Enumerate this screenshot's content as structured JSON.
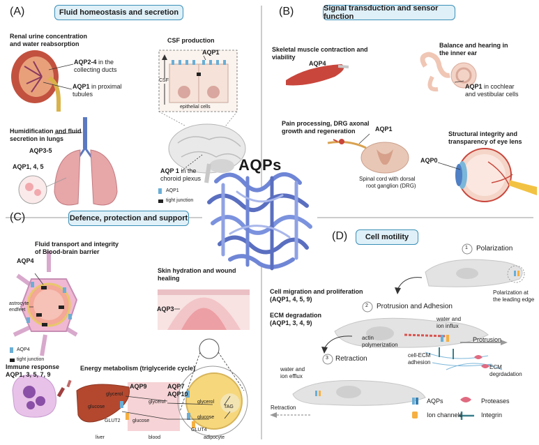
{
  "panels": {
    "a": {
      "letter": "(A)",
      "title": "Fluid homeostasis and secretion"
    },
    "b": {
      "letter": "(B)",
      "title": "Signal transduction and sensor function"
    },
    "c": {
      "letter": "(C)",
      "title": "Defence, protection and support"
    },
    "d": {
      "letter": "(D)",
      "title": "Cell motility"
    }
  },
  "center": {
    "title": "AQPs"
  },
  "a": {
    "kidney_title_1": "Renal urine concentration",
    "kidney_title_2": "and water reabsorption",
    "aqp24_b": "AQP2-4",
    "aqp24_rest": " in the",
    "aqp24_line2": "collecting ducts",
    "aqp1_b": "AQP1",
    "aqp1_rest": " in proximal",
    "aqp1_line2": "tubules",
    "csf_title": "CSF production",
    "csf_aqp1": "AQP1",
    "csf_label": "CSF",
    "epithelial": "epithelial cells",
    "lung_title_1": "Humidification and fluid",
    "lung_title_2": "secretion in lungs",
    "aqp35": "AQP3-5",
    "aqp145": "AQP1, 4, 5",
    "choroid_b": "AQP 1",
    "choroid_rest": " in the",
    "choroid_line2": "choroid plexus",
    "legend_aqp1": "AQP1",
    "legend_tj": "tight junction"
  },
  "b": {
    "muscle_title_1": "Skeletal muscle contraction and",
    "muscle_title_2": "viability",
    "aqp4": "AQP4",
    "ear_title_1": "Balance and hearing in",
    "ear_title_2": "the inner ear",
    "ear_aqp1_b": "AQP1",
    "ear_aqp1_rest": " in cochlear",
    "ear_line2": "and vestibular cells",
    "pain_title_1": "Pain processing, DRG axonal",
    "pain_title_2": "growth and regeneration",
    "pain_aqp1": "AQP1",
    "spinal_1": "Spinal cord with dorsal",
    "spinal_2": "root ganglion (DRG)",
    "eye_title_1": "Structural integrity and",
    "eye_title_2": "transparency of eye lens",
    "aqp0": "AQP0"
  },
  "c": {
    "bbb_title_1": "Fluid transport and integrity",
    "bbb_title_2": "of Blood-brain barrier",
    "aqp4": "AQP4",
    "astro_1": "astrocyte",
    "astro_2": "endfeet",
    "legend_aqp4": "AQP4",
    "legend_tj": "tight junction",
    "skin_title_1": "Skin hydration and wound",
    "skin_title_2": "healing",
    "aqp3": "AQP3",
    "immune_title_1": "Immune response",
    "immune_title_2": "AQP1, 3, 5, 7, 9",
    "energy_title": "Energy metabolism (triglyceride cycle)",
    "aqp9": "AQP9",
    "aqp7": "AQP7",
    "aqp10": "AQP10",
    "glycerol": "glycerol",
    "glucose": "glucose",
    "tag": "TAG",
    "glut2": "GLUT2",
    "glut4": "GLUT4",
    "liver": "liver",
    "blood": "blood",
    "adipocyte": "adipocyte"
  },
  "d": {
    "step1": "1",
    "polarization": "Polarization",
    "pol_leading_1": "Polarization at",
    "pol_leading_2": "the leading edge",
    "migration_1": "Cell migration and proliferation",
    "migration_2": "(AQP1, 4, 5, 9)",
    "step2": "2",
    "protrusion_adhesion": "Protrusion and Adhesion",
    "ecm_1": "ECM degradation",
    "ecm_2": "(AQP1, 3, 4, 9)",
    "influx_1": "water and",
    "influx_2": "ion influx",
    "actin_1": "actin",
    "actin_2": "polymerization",
    "protrusion": "Protrusion",
    "cell_ecm_1": "cell-ECM",
    "cell_ecm_2": "adhesion",
    "ecm_deg_1": "ECM",
    "ecm_deg_2": "degrdadation",
    "step3": "3",
    "retraction": "Retraction",
    "efflux_1": "water and",
    "efflux_2": "ion efflux",
    "retraction_arrow": "Retraction",
    "legend_aqps": "AQPs",
    "legend_ion": "Ion channels",
    "legend_proteases": "Proteases",
    "legend_integrin": "Integrin"
  },
  "colors": {
    "pill_border": "#3a8fb7",
    "pill_fill": "#dff0f8",
    "aqp_channel": "#6aaed6",
    "ion_channel": "#f5b041",
    "tight_junction": "#222222",
    "tissue_pink": "#e8a0a8",
    "protein_blue": "#6f86d6"
  }
}
